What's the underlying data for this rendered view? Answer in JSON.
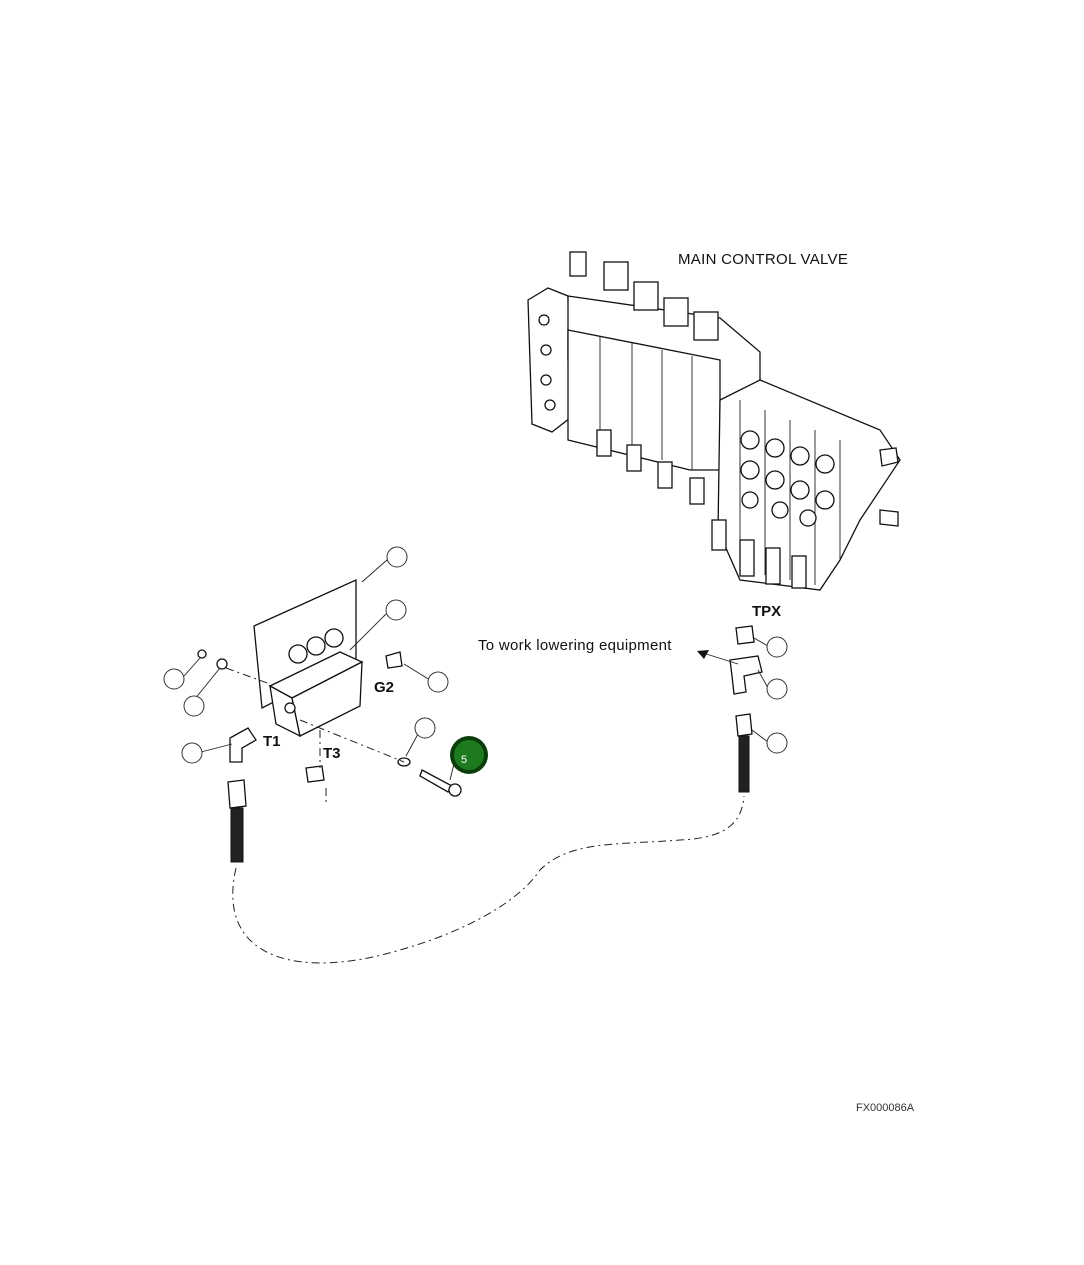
{
  "labels": {
    "main_control_valve": "MAIN CONTROL VALVE",
    "tpx": "TPX",
    "to_work_lowering": "To work lowering equipment",
    "g2": "G2",
    "t1": "T1",
    "t3": "T3",
    "figure_ref": "FX000086A"
  },
  "callouts": [
    {
      "id": "callout-top-bracket",
      "text": ""
    },
    {
      "id": "callout-valve-block",
      "text": ""
    },
    {
      "id": "callout-plug-g2",
      "text": ""
    },
    {
      "id": "callout-washer-left",
      "text": ""
    },
    {
      "id": "callout-screw-left",
      "text": ""
    },
    {
      "id": "callout-elbow-t1",
      "text": ""
    },
    {
      "id": "callout-washer-bolt",
      "text": ""
    },
    {
      "id": "callout-bolt-highlighted",
      "text": "5",
      "highlighted": true
    },
    {
      "id": "callout-tpx-plug",
      "text": ""
    },
    {
      "id": "callout-tpx-tee",
      "text": ""
    },
    {
      "id": "callout-tpx-hose",
      "text": ""
    }
  ],
  "colors": {
    "highlight_fill": "#1e7a1e",
    "highlight_ring": "#0b3d0b",
    "line": "#111111"
  }
}
